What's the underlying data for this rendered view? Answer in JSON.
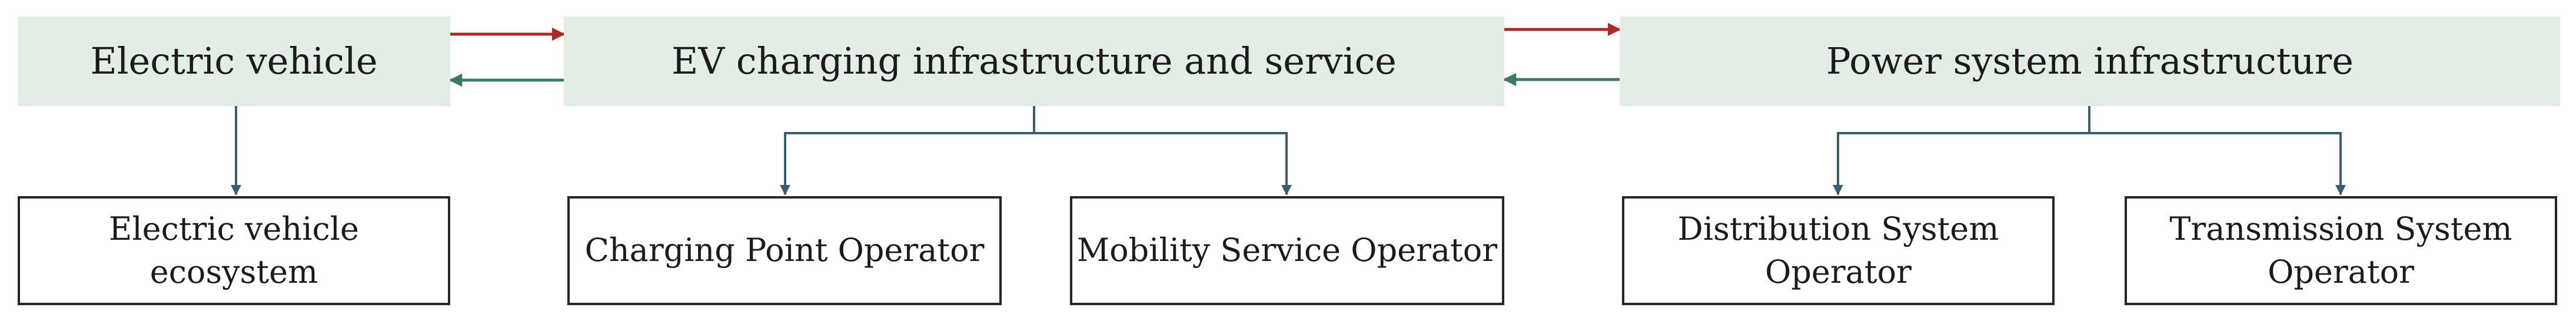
{
  "diagram": {
    "colors": {
      "forward_arrow": "#a92a2a",
      "backward_arrow": "#3d7a62",
      "connector": "#3b5e6e",
      "top_box_fill": "#e2ede6",
      "bottom_box_border": "#262626"
    },
    "top": {
      "electric_vehicle": "Electric vehicle",
      "ev_charging": "EV charging infrastructure and service",
      "power_system": "Power system infrastructure"
    },
    "bottom": {
      "ev_ecosystem": "Electric vehicle ecosystem",
      "cpo": "Charging Point Operator",
      "mso": "Mobility Service Operator",
      "dso": "Distribution System\nOperator",
      "tso": "Transmission System\nOperator"
    }
  }
}
